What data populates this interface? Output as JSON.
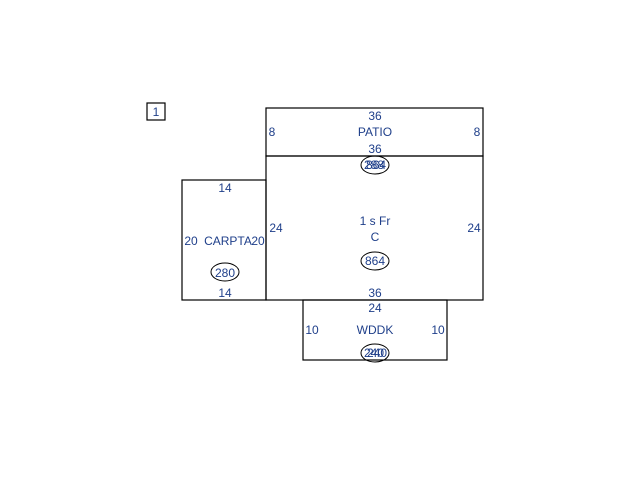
{
  "sketch": {
    "page_number": "1",
    "colors": {
      "text": "#1f3f8a",
      "lines": "#000000",
      "background": "#ffffff"
    },
    "patio": {
      "label": "PATIO",
      "top_dim": "36",
      "bottom_dim": "36",
      "left_dim": "8",
      "right_dim": "8",
      "area_a": "288",
      "area_b": "864"
    },
    "main": {
      "label_line1": "1 s Fr",
      "label_line2": "C",
      "left_dim": "24",
      "right_dim": "24",
      "bottom_dim": "36",
      "area": "864"
    },
    "carport": {
      "label": "CARPTA",
      "top_dim": "14",
      "bottom_dim": "14",
      "left_dim": "20",
      "right_dim": "20",
      "area": "280"
    },
    "deck": {
      "label": "WDDK",
      "top_dim": "24",
      "left_dim": "10",
      "right_dim": "10",
      "area_a": "240",
      "area_b": "240"
    }
  }
}
